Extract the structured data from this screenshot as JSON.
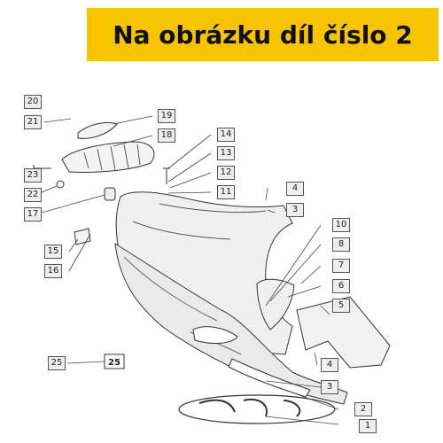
{
  "banner": {
    "title": "Na obrázku díl číslo 2",
    "background_color": "#f8c400"
  },
  "emblem_text": "25",
  "parts": [
    {
      "id": "1",
      "label": "1"
    },
    {
      "id": "2",
      "label": "2"
    },
    {
      "id": "3a",
      "label": "3"
    },
    {
      "id": "3b",
      "label": "3"
    },
    {
      "id": "4a",
      "label": "4"
    },
    {
      "id": "4b",
      "label": "4"
    },
    {
      "id": "5",
      "label": "5"
    },
    {
      "id": "6",
      "label": "6"
    },
    {
      "id": "7",
      "label": "7"
    },
    {
      "id": "8",
      "label": "8"
    },
    {
      "id": "10",
      "label": "10"
    },
    {
      "id": "11",
      "label": "11"
    },
    {
      "id": "12",
      "label": "12"
    },
    {
      "id": "13",
      "label": "13"
    },
    {
      "id": "14",
      "label": "14"
    },
    {
      "id": "15",
      "label": "15"
    },
    {
      "id": "16",
      "label": "16"
    },
    {
      "id": "17",
      "label": "17"
    },
    {
      "id": "18",
      "label": "18"
    },
    {
      "id": "19",
      "label": "19"
    },
    {
      "id": "20",
      "label": "20"
    },
    {
      "id": "21",
      "label": "21"
    },
    {
      "id": "22",
      "label": "22"
    },
    {
      "id": "23",
      "label": "23"
    },
    {
      "id": "25",
      "label": "25"
    }
  ]
}
